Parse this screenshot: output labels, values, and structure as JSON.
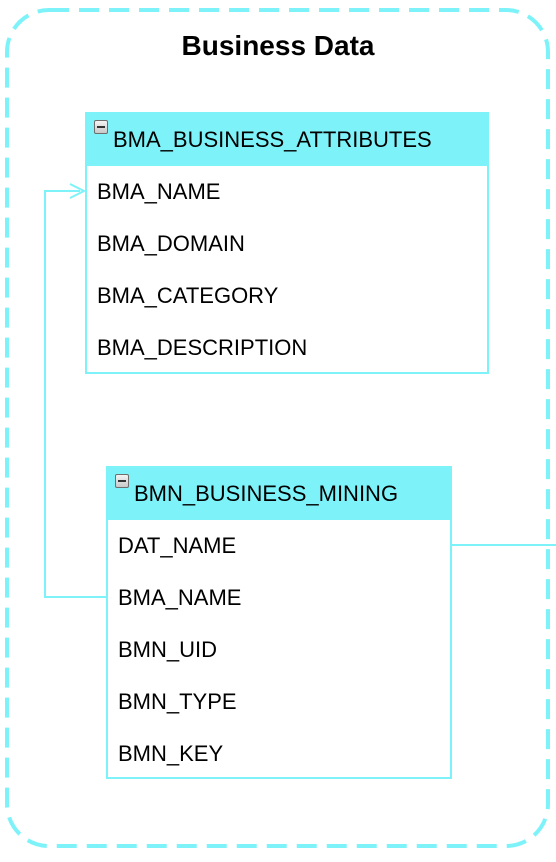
{
  "group": {
    "title": "Business Data",
    "border_color": "#7df3f9"
  },
  "entities": [
    {
      "id": "bma",
      "name": "BMA_BUSINESS_ATTRIBUTES",
      "icon": "collapse-icon",
      "fields": [
        "BMA_NAME",
        "BMA_DOMAIN",
        "BMA_CATEGORY",
        "BMA_DESCRIPTION"
      ]
    },
    {
      "id": "bmn",
      "name": "BMN_BUSINESS_MINING",
      "icon": "collapse-icon",
      "fields": [
        "DAT_NAME",
        "BMA_NAME",
        "BMN_UID",
        "BMN_TYPE",
        "BMN_KEY"
      ]
    }
  ],
  "relationships": [
    {
      "from": "BMN_BUSINESS_MINING.BMA_NAME",
      "to": "BMA_BUSINESS_ATTRIBUTES.BMA_NAME"
    },
    {
      "from": "BMN_BUSINESS_MINING.DAT_NAME",
      "to": ""
    }
  ],
  "colors": {
    "header": "#7df3f9",
    "line": "#7df3f9",
    "text": "#000000"
  }
}
